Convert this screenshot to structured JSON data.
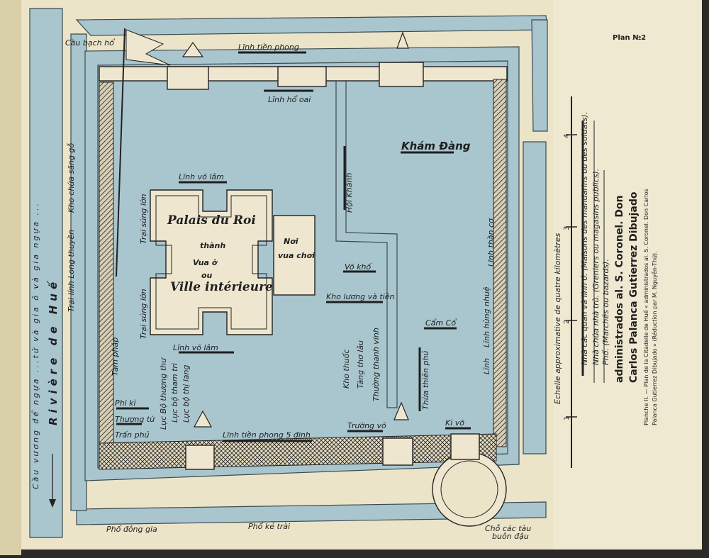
{
  "plan_label": "Plan №2",
  "map": {
    "labels": {
      "cau_bach_ho": "Cầu bạch hổ",
      "linh_tien_phong_top": "Lĩnh tiền phong",
      "linh_ho_oai": "Lĩnh hổ oai",
      "kham_dang": "Khám Đàng",
      "linh_vo_lam_top": "Lĩnh võ lâm",
      "palais_du_roi": "Palais du Roi",
      "thanh": "thành",
      "vua_o": "Vua ở",
      "ou": "ou",
      "ville_interieure": "Ville intérieure",
      "noi_vua_choi_1": "Nơi",
      "noi_vua_choi_2": "vua chơi",
      "hoi_khanh": "Hội Khánh",
      "trai_sung_lon_1": "Trại súng lớn",
      "trai_sung_lon_2": "Trại súng lớn",
      "kho_chua_sang_go": "Kho chứa săng gỗ",
      "trai_linh_long_thuyen": "Trại lính Long thuyền",
      "vo_kho": "Võ khố",
      "kho_luong": "Kho lương và tiền",
      "linh_than_co": "Lĩnh thần cơ",
      "linh_hung_nhue": "Lĩnh hùng nhuệ",
      "cam_co": "Cẩm Cổ",
      "linh_vo_lam_bottom": "Lĩnh võ lâm",
      "tam_phap": "Tam pháp",
      "luc_bo_thuong_thu": "Lục Bộ thượng thư",
      "luc_bo_tham_tri": "Lục bộ tham tri",
      "luc_bo_thi_lang": "Lục bộ thị lang",
      "kho_thuoc": "Kho thuốc",
      "tang_tho_lau": "Tàng thơ lâu",
      "thuong_thanh_vinh": "Thường thanh vinh",
      "thua_thien_phu": "Thừa thiên phủ",
      "linh": "Lĩnh",
      "phi_ki": "Phi kì",
      "thuong_tu": "Thượng tứ",
      "tran_phu": "Trấn phủ",
      "linh_tien_phong_5_dinh": "Lĩnh tiền phong 5 đinh",
      "truong_vo": "Trường võ",
      "ki_vo": "Kì võ",
      "pho_dong_gia": "Phố đông gia",
      "pho_ke_trai": "Phố kẻ trài",
      "cho_cac_tau_1": "Chỗ các tàu",
      "cho_cac_tau_2": "buôn đậu",
      "riviere_de_hue": "Rivière de Huế",
      "cau_vuong": "Cầu vương để ngựa ...tử và gia ô và gia ngựa ..."
    }
  },
  "legend": {
    "scale_title": "Echelle approximative de quatre kilomètres",
    "scale_ticks": [
      "1",
      "2",
      "3",
      "4"
    ],
    "items": [
      "Nhà các quan và lính ở. (Maisons des mandarins ou des soldats).",
      "Nhà chứa nhà trù. (Greniers ou magasins publics).",
      "Phố. (Marchés ou bazards)."
    ],
    "credit_1": "administrados al. S. Coronel. Don",
    "credit_2": "Carlos Palanca Gutierrez Dibujado",
    "caption_1": "Planche II. — Plan de la Citadelle de Huế « administrados al. S. Coronel. Don Carlos",
    "caption_2": "Palanca Gutierrez Dibujado » (Réduction par M. Nguyễn-Thứ)."
  },
  "colors": {
    "paper": "#ece4c8",
    "water": "#a9c6cf",
    "ink": "#1f1f1f"
  }
}
